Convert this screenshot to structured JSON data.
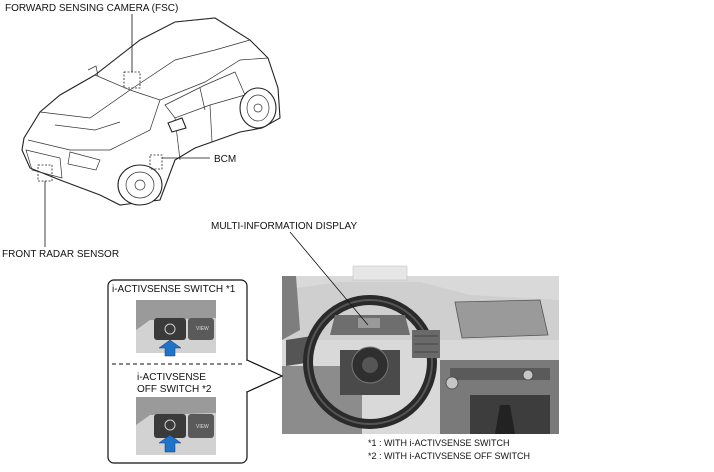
{
  "labels": {
    "fsc": "FORWARD SENSING CAMERA (FSC)",
    "bcm": "BCM",
    "front_radar": "FRONT RADAR SENSOR",
    "mid": "MULTI-INFORMATION DISPLAY",
    "switch_on": "i-ACTIVSENSE SWITCH *1",
    "switch_off_line1": "i-ACTIVSENSE",
    "switch_off_line2": "OFF SWITCH *2",
    "view_label": "VIEW"
  },
  "notes": [
    "*1 : WITH i-ACTIVSENSE SWITCH",
    "*2 : WITH i-ACTIVSENSE OFF SWITCH"
  ],
  "colors": {
    "arrow_blue": "#1f73c9",
    "photo_dark": "#3a3a3a",
    "photo_mid": "#8a8a8a",
    "photo_light": "#d6d6d6"
  }
}
